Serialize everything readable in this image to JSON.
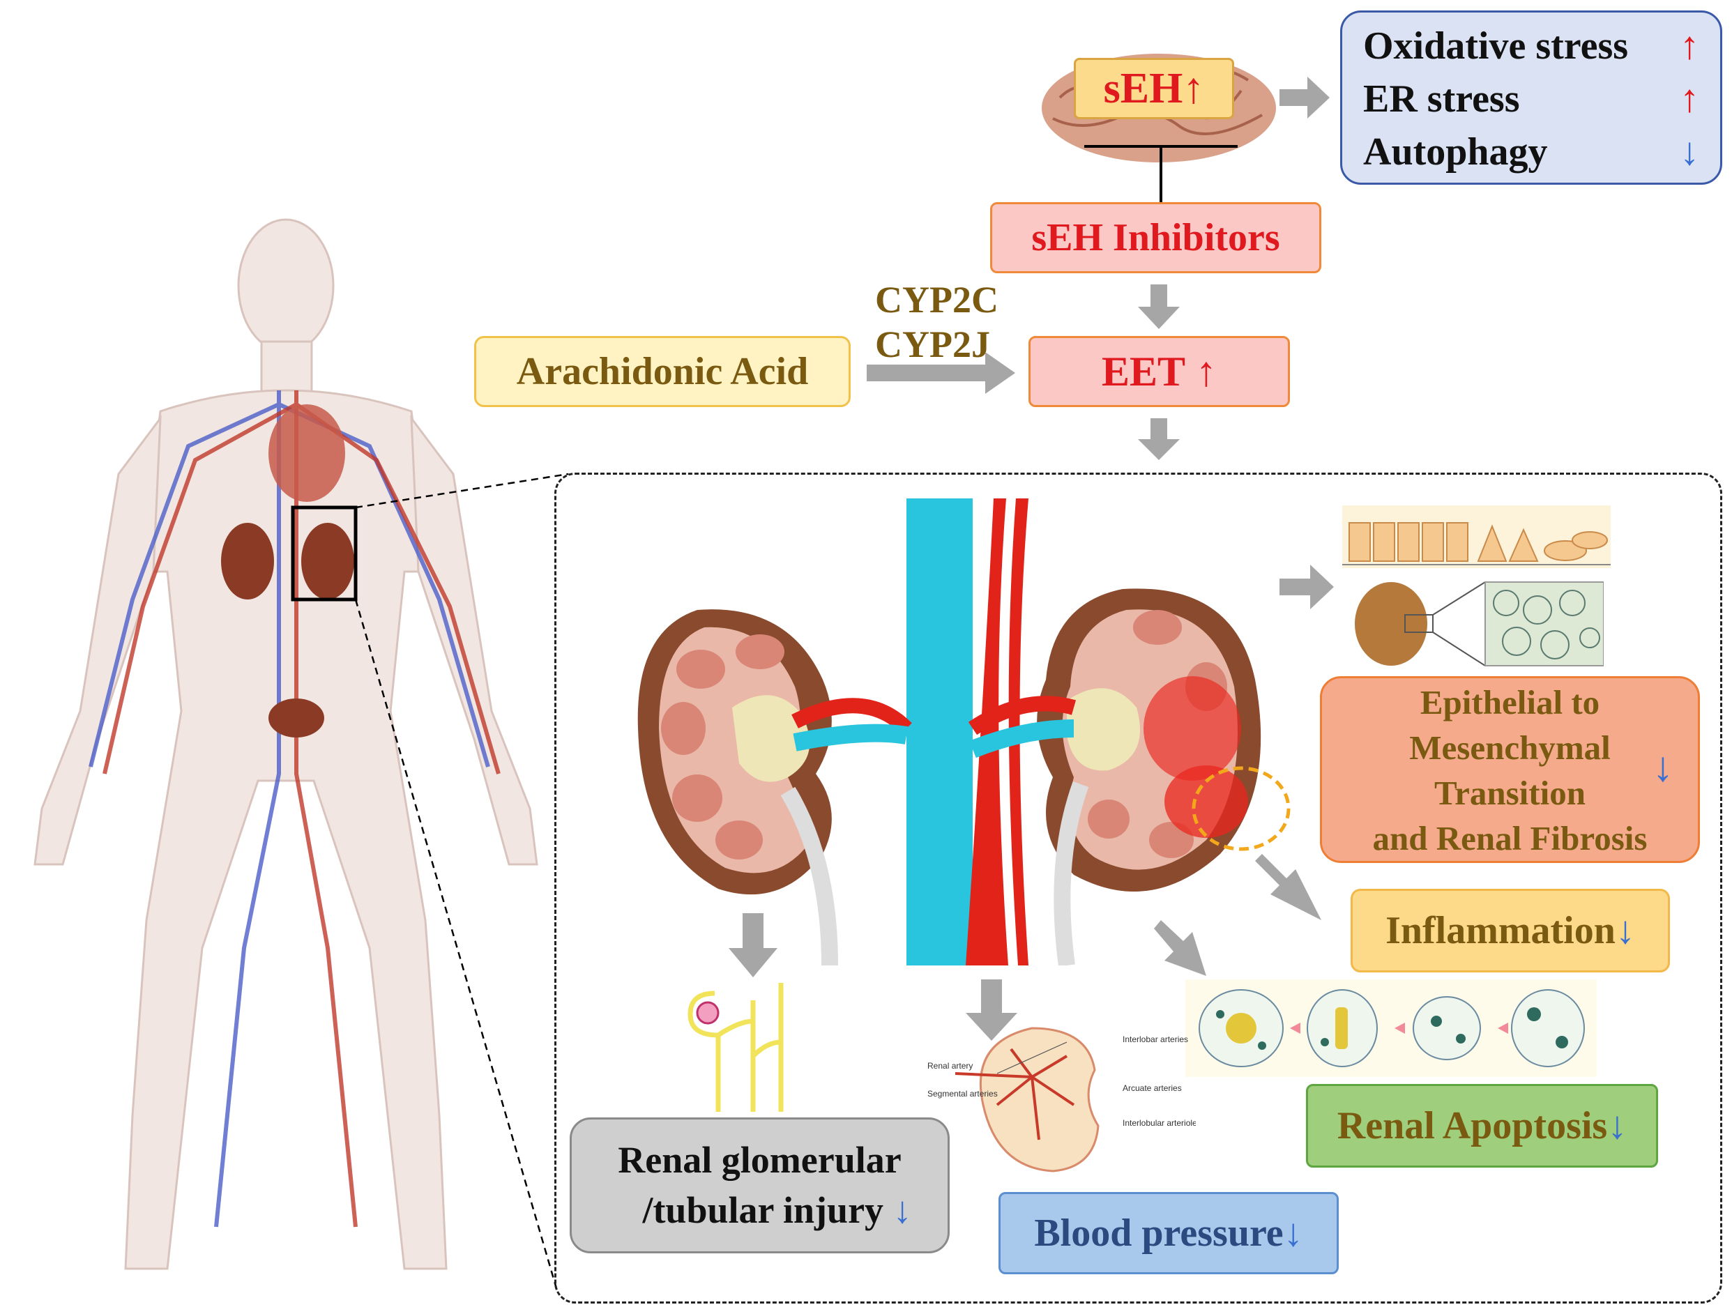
{
  "nodes": {
    "seh": {
      "label": "sEH",
      "arrow": "↑"
    },
    "stress_box": {
      "lines": [
        {
          "label": "Oxidative stress",
          "arrow": "↑"
        },
        {
          "label": "ER stress",
          "arrow": "↑"
        },
        {
          "label": "Autophagy",
          "arrow": "↓"
        }
      ]
    },
    "seh_inhibitors": {
      "label": "sEH Inhibitors"
    },
    "cyp": {
      "line1": "CYP2C",
      "line2": "CYP2J"
    },
    "arachidonic": {
      "label": "Arachidonic Acid"
    },
    "eet": {
      "label": "EET",
      "arrow": "↑"
    },
    "emt": {
      "line1": "Epithelial to",
      "line2": "Mesenchymal",
      "line3": "Transition",
      "line4": "and  Renal Fibrosis",
      "arrow": "↓"
    },
    "inflammation": {
      "label": "Inflammation",
      "arrow": "↓"
    },
    "apoptosis": {
      "label": "Renal Apoptosis",
      "arrow": "↓"
    },
    "glomerular": {
      "line1": "Renal glomerular",
      "line2": "/tubular injury",
      "arrow": "↓"
    },
    "blood_pressure": {
      "label": "Blood pressure",
      "arrow": "↓"
    }
  },
  "renal_anatomy_labels": {
    "renal_artery": "Renal artery",
    "segmental": "Segmental arteries",
    "interlobar": "Interlobar arteries",
    "arcuate": "Arcuate arteries",
    "interlobular": "Interlobular arterioles"
  },
  "colors": {
    "seh_text": "#e0191f",
    "brown_text": "#7a5a10",
    "up_arrow": "#e0191f",
    "down_arrow": "#3a6fd2",
    "gray_arrow": "#a6a6a6"
  },
  "icons": [
    "human-body-figure",
    "brain-icon",
    "kidney-cross-section",
    "cell-apoptosis-sequence",
    "nephron-diagram",
    "renal-vasculature-diagram",
    "epithelial-cells-diagram"
  ]
}
